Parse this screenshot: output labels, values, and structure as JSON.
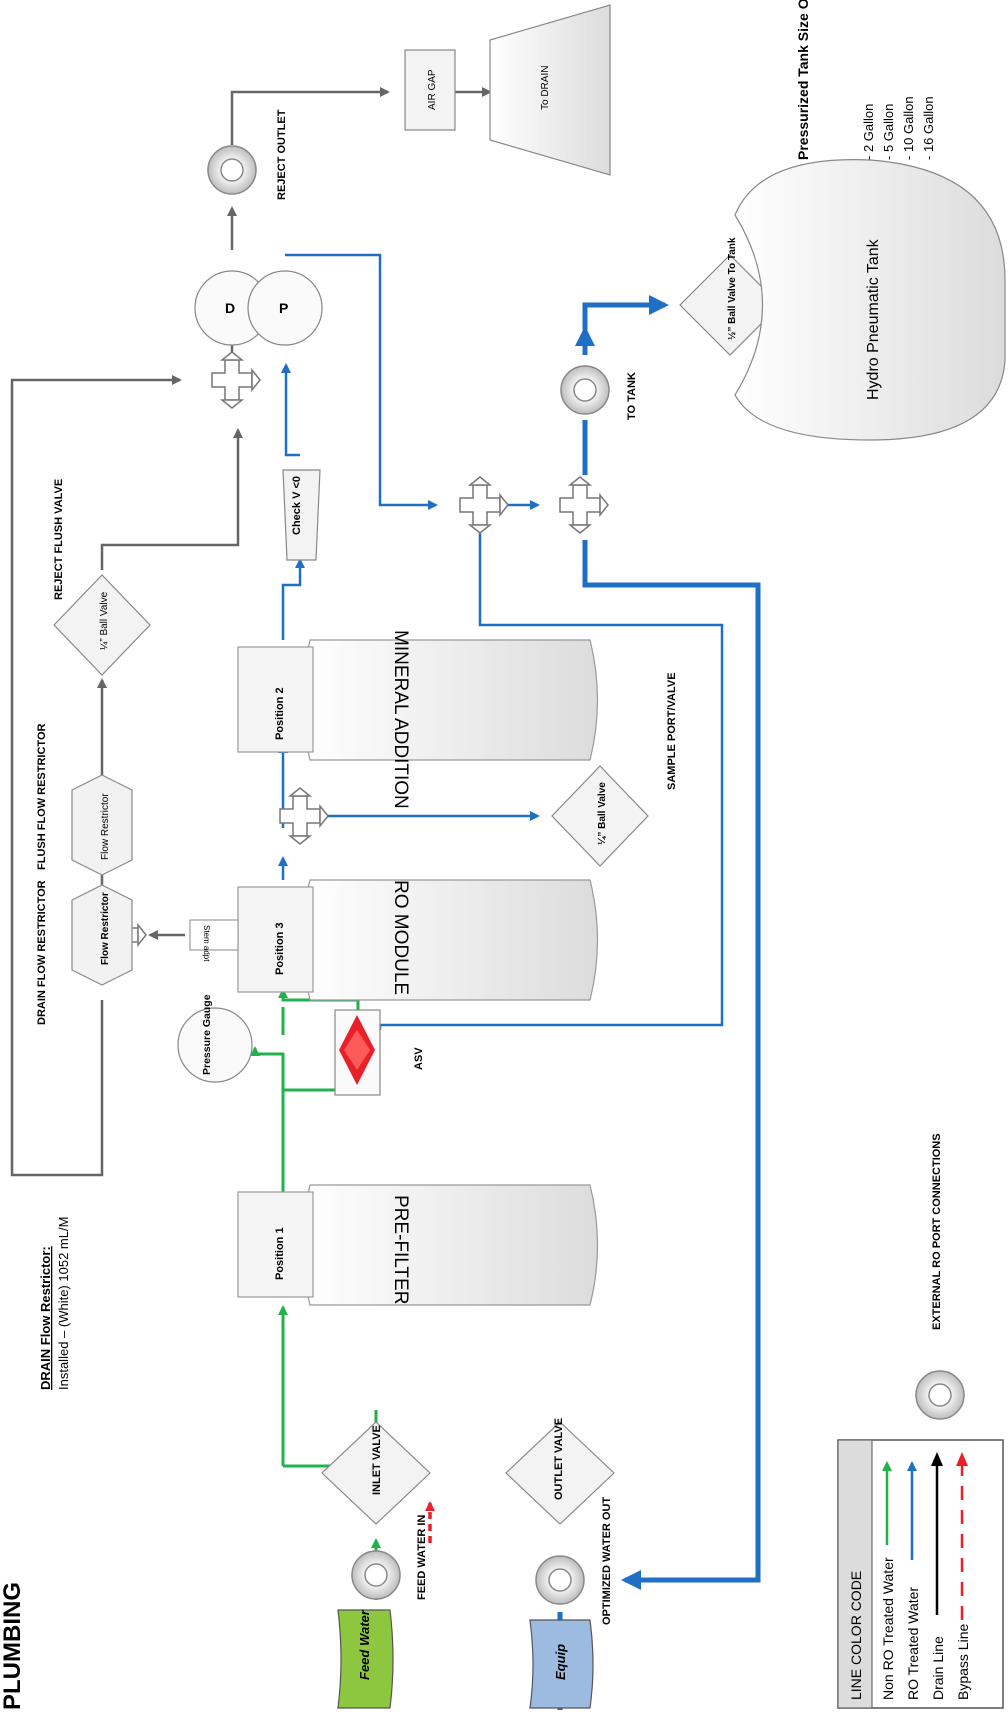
{
  "page": {
    "title": "PLUMBING"
  },
  "colors": {
    "green": "#22B14C",
    "blue": "#1F6FC5",
    "gray": "#666666",
    "black": "#000000",
    "red": "#E8202A",
    "feed_fill": "#8DC63F",
    "equip_fill": "#9DBBE0"
  },
  "drain_note": {
    "heading": "DRAIN Flow Restrictor:",
    "text": "Installed – (White) 1052 mL/M"
  },
  "components": {
    "feed_water": "Feed Water",
    "equip": "Equip",
    "feed_port": "FEED WATER IN",
    "optimized_port": "OPTIMIZED WATER OUT",
    "inlet_valve": "INLET VALVE",
    "outlet_valve": "OUTLET VALVE",
    "prefilter": {
      "position": "Position 1",
      "name": "PRE-FILTER"
    },
    "ro_module": {
      "position": "Position 3",
      "name": "RO MODULE"
    },
    "mineral": {
      "position": "Position 2",
      "name": "MINERAL ADDITION"
    },
    "pressure_gauge": "Pressure Gauge",
    "asv": "ASV",
    "drain_flow_restrictor": {
      "label": "DRAIN FLOW RESTRICTOR",
      "body": "Flow Restrictor"
    },
    "flush_flow_restrictor": {
      "label": "FLUSH FLOW RESTRICTOR",
      "body": "Flow Restrictor"
    },
    "reject_flush_valve": {
      "label": "REJECT FLUSH VALVE",
      "body": "¼” Ball Valve"
    },
    "stem_adpt": "Stem adpt",
    "sample_valve": {
      "label": "SAMPLE PORT/VALVE",
      "body": "¼” Ball Valve"
    },
    "check_valve": "Check V <0",
    "d_port": "D",
    "p_port": "P",
    "reject_outlet": "REJECT OUTLET",
    "air_gap": "AIR GAP",
    "to_drain": "To DRAIN",
    "to_tank": "TO TANK",
    "tank_valve": "½” Ball Valve To Tank",
    "tank": "Hydro Pneumatic Tank",
    "ext_ports": "EXTERNAL RO PORT CONNECTIONS"
  },
  "tank_options": {
    "heading": "Pressurized Tank Size Options:",
    "items": [
      "- 2 Gallon",
      "- 5 Gallon",
      "- 10 Gallon",
      "- 16 Gallon"
    ]
  },
  "legend": {
    "title": "LINE COLOR CODE",
    "items": [
      {
        "label": "Non RO Treated Water",
        "color": "#22B14C",
        "style": "solid"
      },
      {
        "label": "RO Treated Water",
        "color": "#1F6FC5",
        "style": "solid"
      },
      {
        "label": "Drain Line",
        "color": "#000000",
        "style": "solid"
      },
      {
        "label": "Bypass Line",
        "color": "#E8202A",
        "style": "dashed"
      }
    ]
  }
}
